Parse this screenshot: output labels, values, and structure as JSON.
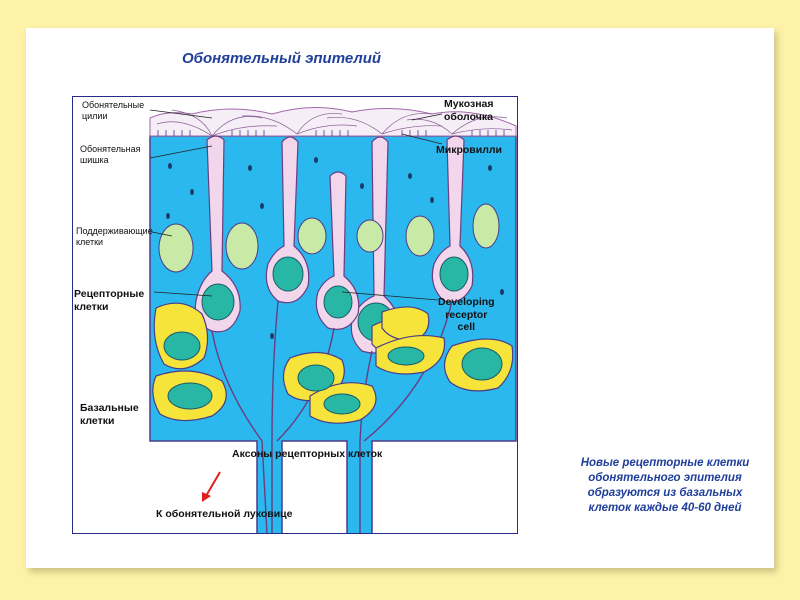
{
  "title": "Обонятельный эпителий",
  "labels": {
    "cilia": "Обонятельные\nцилии",
    "knob": "Обонятельная\nшишка",
    "supporting": "Поддерживающие\nклетки",
    "receptor": "Рецепторные\nклетки",
    "basal": "Базальные\nклетки",
    "mucosa": "Мукозная\nоболочка",
    "microvilli": "Микровилли",
    "developing": "Developing\nreceptor\ncell",
    "axons": "Аксоны рецепторных клеток",
    "bulb": "К обонятельной луковице"
  },
  "note": "Новые рецепторные клетки\nобонятельного эпителия\nобразуются из базальных\nклеток каждые  40-60 дней",
  "colors": {
    "background": "#fdf2a8",
    "epithelium": "#2bb8ee",
    "receptor_cell": "#f1d6ec",
    "basal_cell": "#f6e43a",
    "nucleus": "#27b7a4",
    "supporting_nucleus": "#c9e9a6",
    "title": "#1f3f9a",
    "arrow": "#e02020"
  }
}
